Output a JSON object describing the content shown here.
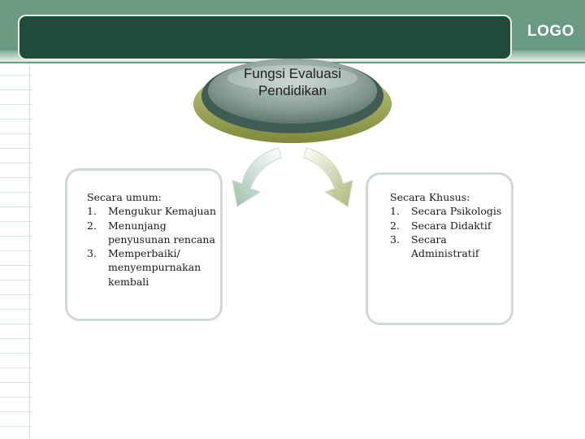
{
  "header": {
    "logo": "LOGO"
  },
  "center_node": {
    "label": "Fungsi Evaluasi Pendidikan"
  },
  "left_box": {
    "heading": "Secara umum:",
    "items": [
      {
        "num": "1.",
        "text": "Mengukur Kemajuan"
      },
      {
        "num": "2.",
        "text": "Menunjang penyusunan rencana"
      },
      {
        "num": "3.",
        "text": "Memperbaiki/ menyempurnakan kembali"
      }
    ]
  },
  "right_box": {
    "heading": "Secara Khusus:",
    "items": [
      {
        "num": "1.",
        "text": "Secara Psikologis"
      },
      {
        "num": "2.",
        "text": "Secara Didaktif"
      },
      {
        "num": "3.",
        "text": "Secara Administratif"
      }
    ]
  },
  "colors": {
    "band": "#6b9a82",
    "title_bar": "#1f4a3c",
    "node_ring": "#9da85a",
    "node_face": "#8fa6a0"
  }
}
